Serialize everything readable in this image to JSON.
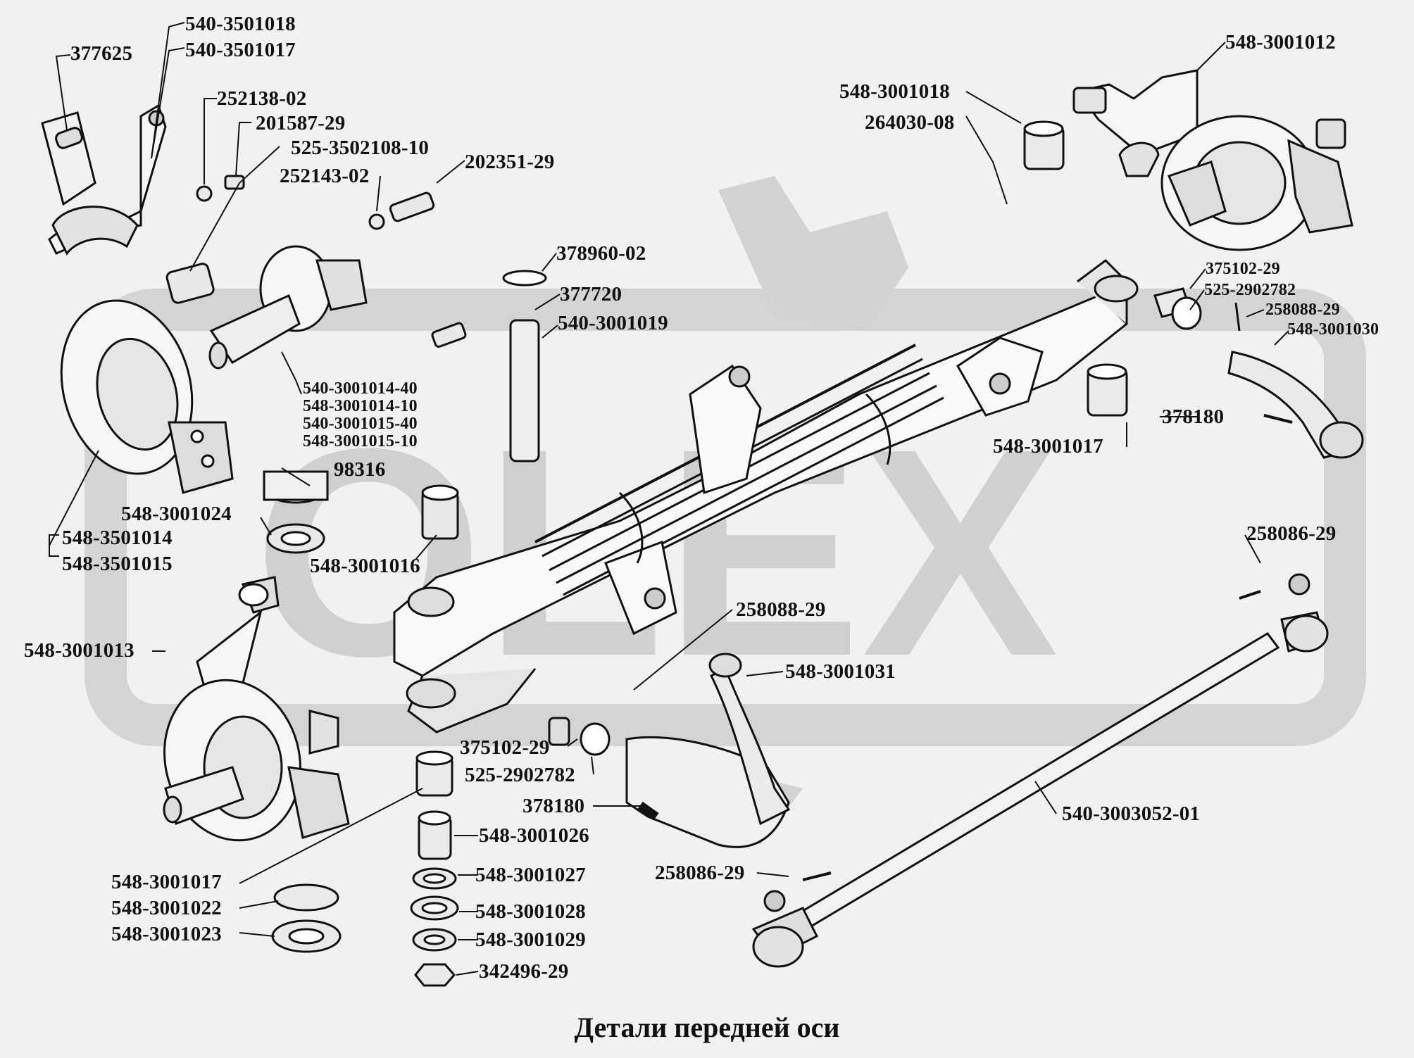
{
  "caption": "Детали передней оси",
  "watermark": "OLEX",
  "labels": {
    "l01": "540-3501018",
    "l02": "540-3501017",
    "l03": "377625",
    "l04": "252138-02",
    "l05": "201587-29",
    "l06": "525-3502108-10",
    "l07": "252143-02",
    "l08": "202351-29",
    "l09": "378960-02",
    "l10": "377720",
    "l11": "540-3001019",
    "l12": "540-3001014-40",
    "l13": "548-3001014-10",
    "l14": "540-3001015-40",
    "l15": "548-3001015-10",
    "l16": "98316",
    "l17": "548-3001024",
    "l18": "548-3501014",
    "l19": "548-3501015",
    "l20": "548-3001016",
    "l21": "548-3001013",
    "l22": "548-3001018",
    "l23": "264030-08",
    "l24": "548-3001012",
    "l25": "375102-29",
    "l26": "525-2902782",
    "l27": "258088-29",
    "l28": "548-3001030",
    "l29": "378180",
    "l30": "548-3001017",
    "l31": "258086-29",
    "l32": "258088-29",
    "l33": "548-3001031",
    "l34": "375102-29",
    "l35": "525-2902782",
    "l36": "378180",
    "l37": "540-3003052-01",
    "l38": "258086-29",
    "l39": "548-3001026",
    "l40": "548-3001027",
    "l41": "548-3001028",
    "l42": "548-3001029",
    "l43": "342496-29",
    "l44": "548-3001017",
    "l45": "548-3001022",
    "l46": "548-3001023"
  }
}
